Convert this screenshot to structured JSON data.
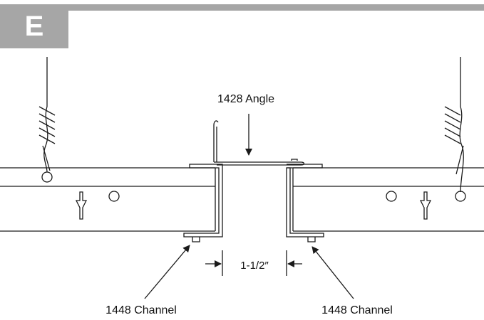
{
  "header": {
    "step_letter": "E",
    "band_color": "#a6a6a6"
  },
  "labels": {
    "angle": "1428 Angle",
    "channel_left": "1448 Channel",
    "channel_right": "1448 Channel",
    "gap_dimension": "1-1/2″"
  },
  "colors": {
    "stroke": "#1a1a1a",
    "background": "#ffffff"
  }
}
